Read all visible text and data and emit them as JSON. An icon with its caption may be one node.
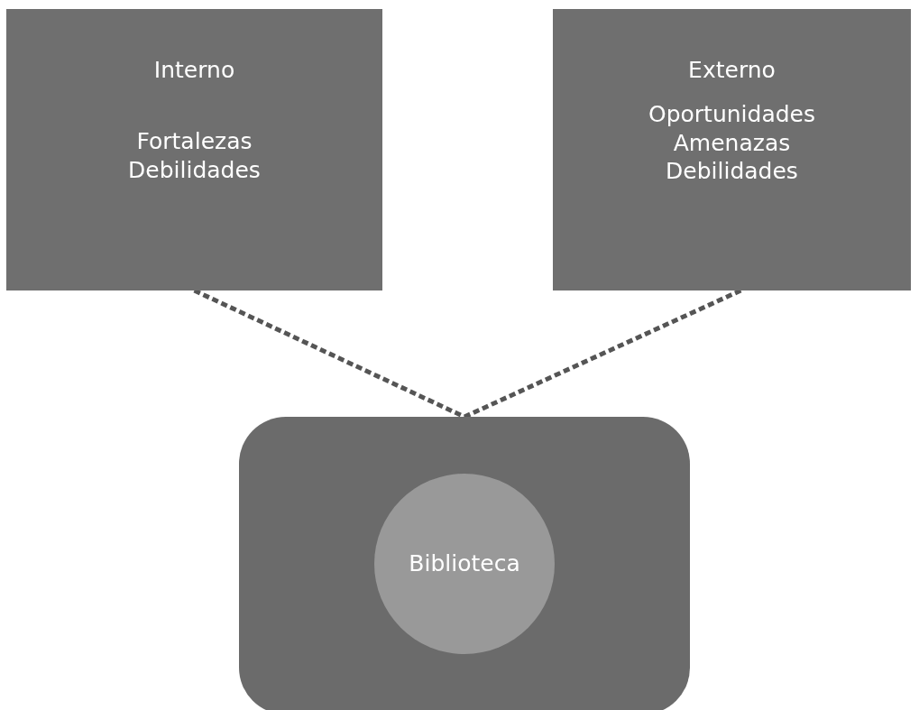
{
  "diagram": {
    "nodes": [
      {
        "text": [
          "Interno",
          "Fortalezas Debilidades"
        ]
      },
      {
        "text": [
          "Externo",
          "Oportunidades Amenazas Debilidades"
        ]
      },
      {
        "text": [],
        "shape": "box"
      },
      {
        "text": [
          "Biblioteca"
        ],
        "in": 2
      }
    ],
    "edges": [
      {
        "from": 0,
        "to": 2,
        "arrow": "none",
        "style": "dashed"
      },
      {
        "from": 1,
        "to": 2,
        "arrow": "none",
        "style": "dashed"
      }
    ]
  }
}
